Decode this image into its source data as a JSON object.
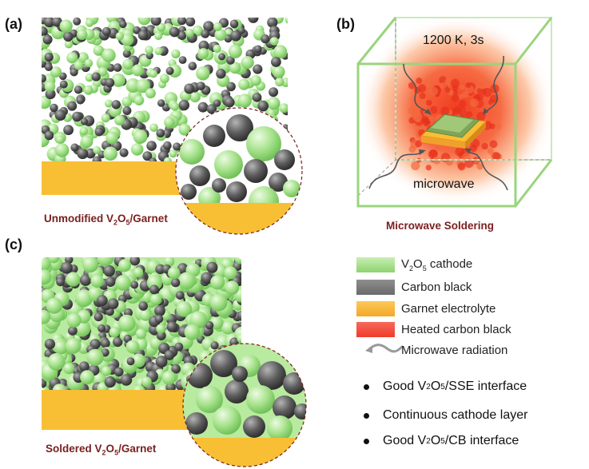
{
  "panels": {
    "a": {
      "letter": "(a)",
      "caption_prefix": "Unmodified V",
      "caption_sub1": "2",
      "caption_mid": "O",
      "caption_sub2": "5",
      "caption_suffix": "/Garnet"
    },
    "b": {
      "letter": "(b)",
      "caption": "Microwave Soldering",
      "condition": "1200 K, 3s",
      "source_label": "microwave"
    },
    "c": {
      "letter": "(c)",
      "caption_prefix": "Soldered V",
      "caption_sub1": "2",
      "caption_mid": "O",
      "caption_sub2": "5",
      "caption_suffix": "/Garnet"
    }
  },
  "legend": [
    {
      "id": "cathode",
      "text_prefix": "V",
      "sub1": "2",
      "mid": "O",
      "sub2": "5",
      "text_suffix": " cathode",
      "color": "#a5e28a"
    },
    {
      "id": "carbon",
      "text": "Carbon black",
      "color": "#7a7a7a"
    },
    {
      "id": "garnet",
      "text": "Garnet electrolyte",
      "color": "#f7b33b"
    },
    {
      "id": "heated",
      "text": "Heated carbon black",
      "color": "#f44a3c"
    },
    {
      "id": "microwave",
      "text": "Microwave radiation",
      "color": "#9a9a9a"
    }
  ],
  "bullets": [
    {
      "prefix": "Good V",
      "sub1": "2",
      "mid": "O",
      "sub2": "5",
      "suffix": "/SSE interface"
    },
    {
      "text": "Continuous cathode layer"
    },
    {
      "prefix": "Good V",
      "sub1": "2",
      "mid": "O",
      "sub2": "5",
      "suffix": "/CB interface"
    }
  ],
  "colors": {
    "cathode": "#a5e28a",
    "carbon": "#5c5c5c",
    "garnet": "#f8bf35",
    "heated": "#f2452c",
    "box": "#9ad47d",
    "caption": "#7a1f1f"
  }
}
